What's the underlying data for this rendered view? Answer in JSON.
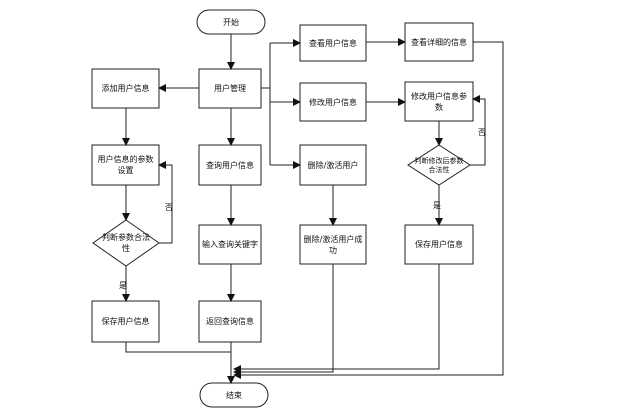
{
  "nodes": {
    "start": "开始",
    "user_mgmt": "用户管理",
    "add_user": "添加用户信息",
    "param_setup": "用户信息的参数设置",
    "check_valid": "判断参数合法性",
    "save_user_left": "保存用户信息",
    "query_user": "查询用户信息",
    "input_keyword": "输入查询关键字",
    "return_result": "返回查询信息",
    "view_user": "查看用户信息",
    "view_detail": "查看详细的信息",
    "modify_user": "修改用户信息",
    "modify_params": "修改用户信息参数",
    "check_modified": "判断修改后参数合法性",
    "save_user_right": "保存用户信息",
    "delete_user": "删除/激活用户",
    "delete_success": "删除/激活用户成功",
    "end": "结束"
  },
  "edges": {
    "yes": "是",
    "no": "否"
  }
}
